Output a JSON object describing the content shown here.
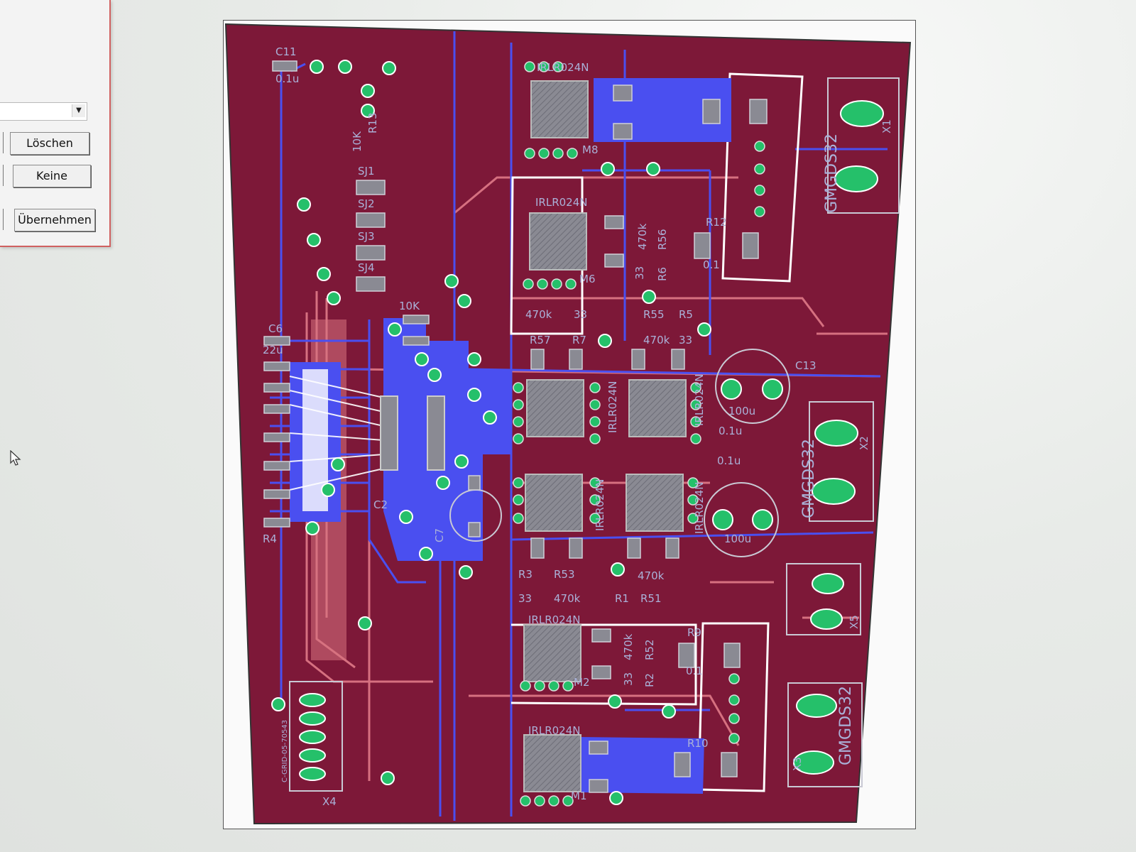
{
  "dialog": {
    "buttons": {
      "delete": "Löschen",
      "none": "Keine",
      "apply": "Übernehmen"
    },
    "dropdown_value": ""
  },
  "pcb": {
    "colors": {
      "board": "#7d1838",
      "top_layer": "#4a4ff0",
      "bottom_trace": "#e07a88",
      "pad": "#25c06a",
      "outline": "#ffffff"
    },
    "labels": {
      "c11": "C11",
      "c11_val": "0.1u",
      "r13": "R13",
      "r13_val": "10K",
      "sj1": "SJ1",
      "sj2": "SJ2",
      "sj3": "SJ3",
      "sj4": "SJ4",
      "ic_10k": "10K",
      "c6": "C6",
      "c6_val": "22u",
      "m8_part": "IRLR024N",
      "m8": "M8",
      "r56": "R56",
      "r56_val": "470k",
      "r6": "R6",
      "r6_val": "33",
      "m6_part": "IRLR024N",
      "m6": "M6",
      "r12": "R12",
      "r12_val": "0.1",
      "r57_val": "470k",
      "r57": "R57",
      "r7_val": "33",
      "r7": "R7",
      "r55": "R55",
      "r55_val": "470k",
      "r5": "R5",
      "r5_val": "33",
      "c13": "C13",
      "c13_val": "100u",
      "c_01a": "0.1u",
      "c_01b": "0.1u",
      "c_100u_b": "100u",
      "x1": "X1",
      "x1_part": "GMGDS32",
      "x2": "X2",
      "x2_part": "GMGDS32",
      "x5": "X5",
      "x3": "X3",
      "x3_part": "GMGDS32",
      "c7": "C7",
      "c2": "C2",
      "r4": "R4",
      "r3": "R3",
      "r3_val": "33",
      "r53": "R53",
      "r53_val": "470k",
      "r1": "R1",
      "r51": "R51",
      "r51_val": "470k",
      "m2_part": "IRLR024N",
      "m2": "M2",
      "r52": "R52",
      "r52_val": "470k",
      "r2": "R2",
      "r2_val": "33",
      "r9": "R9",
      "r9_val": "0.1",
      "m1_part": "IRLR024N",
      "m1": "M1",
      "r10": "R10",
      "x4": "X4",
      "x4_part": "C-GRID-05-70543",
      "mid_part_a": "IRLR024N",
      "mid_part_b": "IRLR024N",
      "mid_part_c": "IRLR024N",
      "mid_part_d": "IRLR024N"
    }
  }
}
